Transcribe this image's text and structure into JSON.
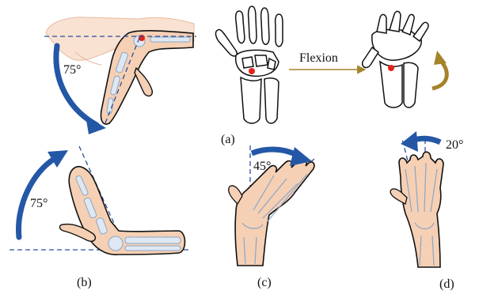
{
  "labels": {
    "angle_flexion": "75°",
    "angle_extension": "75°",
    "angle_ulnar": "45°",
    "angle_radial": "20°",
    "arrow_text": "Flexion"
  },
  "captions": {
    "a": "(a)",
    "b": "(b)",
    "c": "(c)",
    "d": "(d)"
  },
  "colors": {
    "skin": "#f6d0b4",
    "skin_faded": "#f9e2d2",
    "outline": "#111111",
    "bone": "#dfe8f2",
    "bone_line": "#8aa6c6",
    "arrow_blue": "#2457a6",
    "dashed_blue": "#2b4f9a",
    "gold": "#a5832a",
    "red_point": "#e2231a"
  }
}
